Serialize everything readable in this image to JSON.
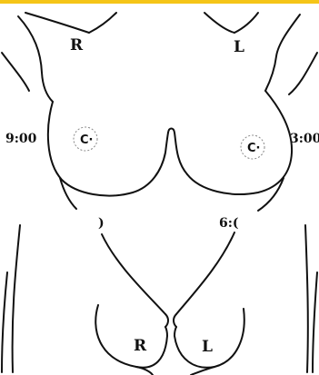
{
  "accent_color": "#f5c518",
  "line_color": "#111111",
  "labels": {
    "right_front": "R",
    "left_front": "L",
    "nine_oclock": "9:00",
    "three_oclock": "3:00",
    "twelve_oclock_clipped": ")",
    "six_oclock_clipped": "6:(",
    "right_lower": "R",
    "left_lower": "L"
  },
  "markers": [
    {
      "side": "right",
      "glyph": "C·"
    },
    {
      "side": "left",
      "glyph": "C·"
    }
  ]
}
